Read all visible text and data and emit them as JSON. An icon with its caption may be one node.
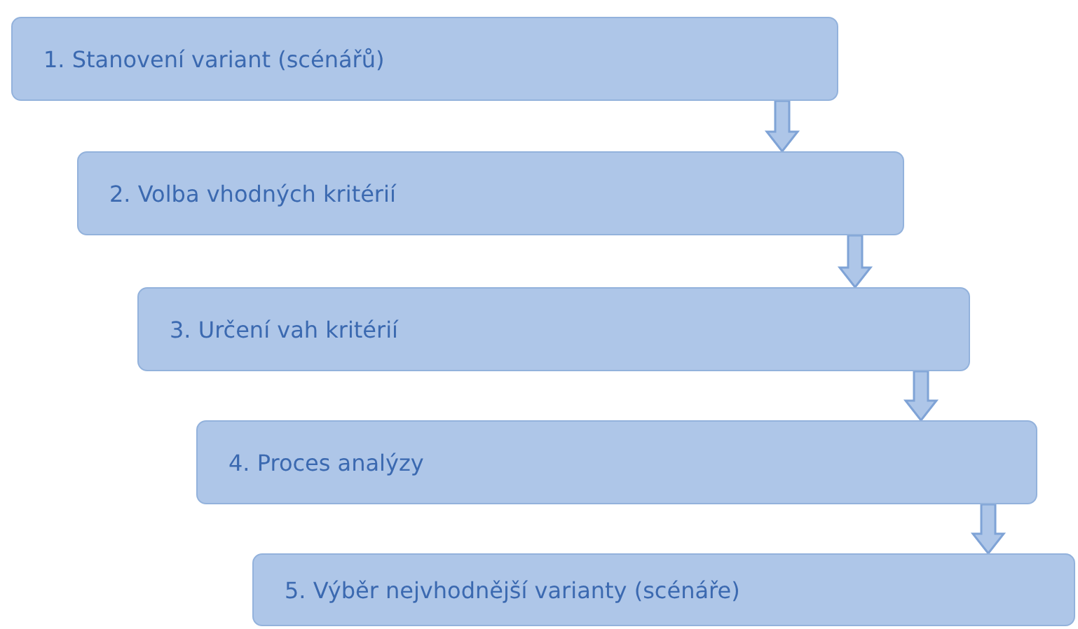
{
  "diagram": {
    "nodes": [
      {
        "text": [
          "1. Stanovení variant (scénářů)"
        ]
      },
      {
        "text": [
          "2. Volba vhodných kritérií"
        ]
      },
      {
        "text": [
          "3. Určení vah kritérií"
        ]
      },
      {
        "text": [
          "4. Proces analýzy"
        ]
      },
      {
        "text": [
          "5. Výběr nejvhodnější varianty (scénáře)"
        ]
      }
    ],
    "edges": [
      {
        "from": 0,
        "to": 1,
        "arrow": "to"
      },
      {
        "from": 1,
        "to": 2,
        "arrow": "to"
      },
      {
        "from": 2,
        "to": 3,
        "arrow": "to"
      },
      {
        "from": 3,
        "to": 4,
        "arrow": "to"
      }
    ]
  }
}
